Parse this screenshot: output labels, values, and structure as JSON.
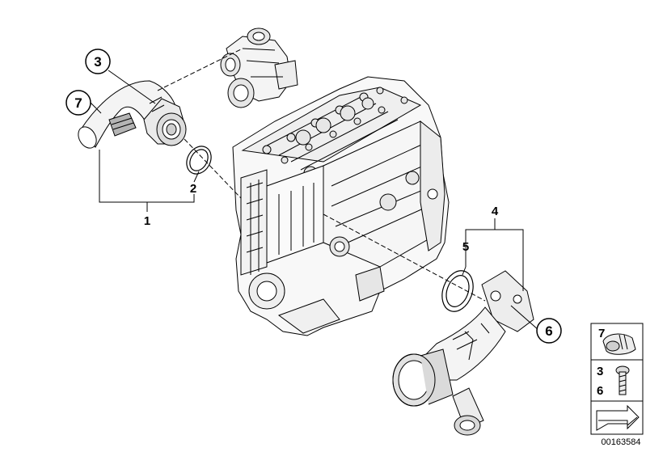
{
  "callouts": {
    "c3": "3",
    "c7": "7",
    "c6": "6"
  },
  "labels": {
    "l1": "1",
    "l2": "2",
    "l4": "4",
    "l5": "5"
  },
  "legend": {
    "row1": "7",
    "row2": "3",
    "row3": "6"
  },
  "doc_id": "00163584",
  "colors": {
    "line": "#000000",
    "fill": "#ffffff",
    "shade": "#e6e6e6",
    "dark": "#b4b4b4"
  }
}
